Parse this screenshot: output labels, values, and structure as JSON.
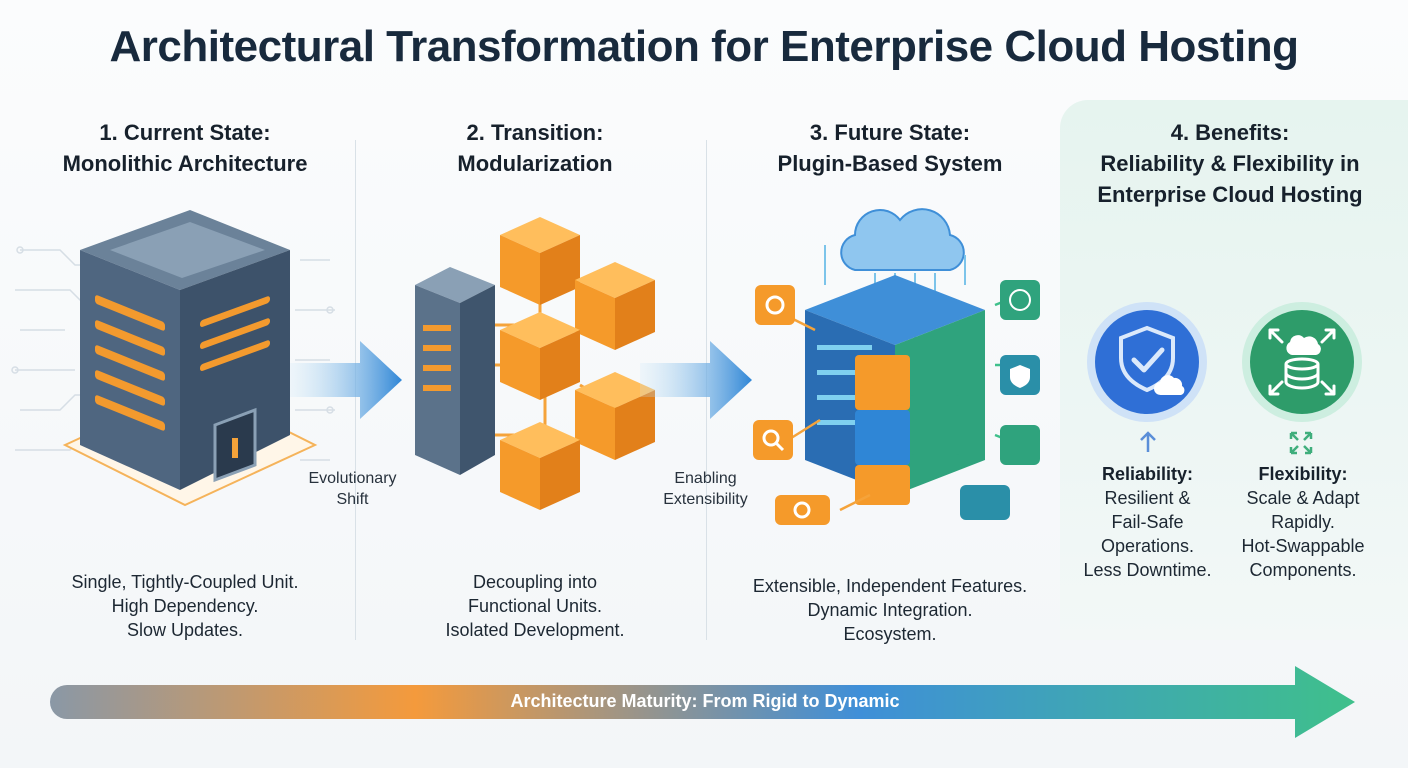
{
  "title": "Architectural Transformation for Enterprise Cloud Hosting",
  "stages": [
    {
      "title_line1": "1. Current State:",
      "title_line2": "Monolithic Architecture",
      "desc": [
        "Single, Tightly-Coupled Unit.",
        "High Dependency.",
        "Slow Updates."
      ]
    },
    {
      "title_line1": "2. Transition:",
      "title_line2": "Modularization",
      "desc": [
        "Decoupling into",
        "Functional Units.",
        "Isolated Development."
      ]
    },
    {
      "title_line1": "3. Future State:",
      "title_line2": "Plugin-Based System",
      "desc": [
        "Extensible, Independent Features.",
        "Dynamic Integration.",
        "Ecosystem."
      ]
    },
    {
      "title_line1": "4. Benefits:",
      "title_line2": "Reliability & Flexibility in",
      "title_line3": "Enterprise Cloud Hosting"
    }
  ],
  "arrows": [
    {
      "label_line1": "Evolutionary",
      "label_line2": "Shift"
    },
    {
      "label_line1": "Enabling",
      "label_line2": "Extensibility"
    }
  ],
  "benefits": [
    {
      "heading": "Reliability:",
      "lines": [
        "Resilient &",
        "Fail-Safe",
        "Operations.",
        "Less Downtime."
      ],
      "icon": "shield-check-cloud-icon",
      "color": "#2f6fd6"
    },
    {
      "heading": "Flexibility:",
      "lines": [
        "Scale & Adapt",
        "Rapidly.",
        "Hot-Swappable",
        "Components."
      ],
      "icon": "scalable-database-cloud-icon",
      "color": "#2e9c6a"
    }
  ],
  "maturity": {
    "label": "Architecture Maturity: From Rigid to Dynamic",
    "colors": [
      "#8a98a6",
      "#f49a3c",
      "#3f8fd8",
      "#3fc08b"
    ]
  },
  "icons": {
    "monolith": "monolithic-server-icon",
    "modules": "modular-cubes-icon",
    "plugin": "plugin-server-cloud-icon"
  }
}
